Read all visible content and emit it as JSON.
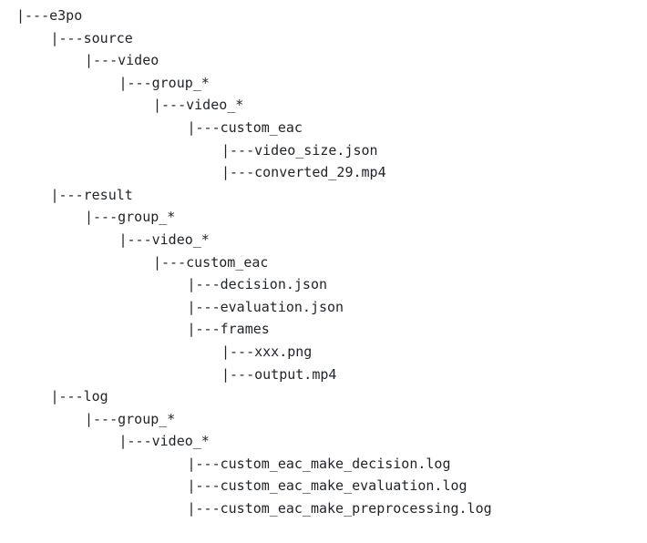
{
  "tree": {
    "lines": [
      {
        "depth": 0,
        "text": "|---e3po"
      },
      {
        "depth": 1,
        "text": "|---source"
      },
      {
        "depth": 2,
        "text": "|---video"
      },
      {
        "depth": 3,
        "text": "|---group_*"
      },
      {
        "depth": 4,
        "text": "|---video_*"
      },
      {
        "depth": 5,
        "text": "|---custom_eac"
      },
      {
        "depth": 6,
        "text": "|---video_size.json"
      },
      {
        "depth": 6,
        "text": "|---converted_29.mp4"
      },
      {
        "depth": 1,
        "text": "|---result"
      },
      {
        "depth": 2,
        "text": "|---group_*"
      },
      {
        "depth": 3,
        "text": "|---video_*"
      },
      {
        "depth": 4,
        "text": "|---custom_eac"
      },
      {
        "depth": 5,
        "text": "|---decision.json"
      },
      {
        "depth": 5,
        "text": "|---evaluation.json"
      },
      {
        "depth": 5,
        "text": "|---frames"
      },
      {
        "depth": 6,
        "text": "|---xxx.png"
      },
      {
        "depth": 6,
        "text": "|---output.mp4"
      },
      {
        "depth": 1,
        "text": "|---log"
      },
      {
        "depth": 2,
        "text": "|---group_*"
      },
      {
        "depth": 3,
        "text": "|---video_*"
      },
      {
        "depth": 5,
        "text": "|---custom_eac_make_decision.log"
      },
      {
        "depth": 5,
        "text": "|---custom_eac_make_evaluation.log"
      },
      {
        "depth": 5,
        "text": "|---custom_eac_make_preprocessing.log"
      }
    ]
  }
}
